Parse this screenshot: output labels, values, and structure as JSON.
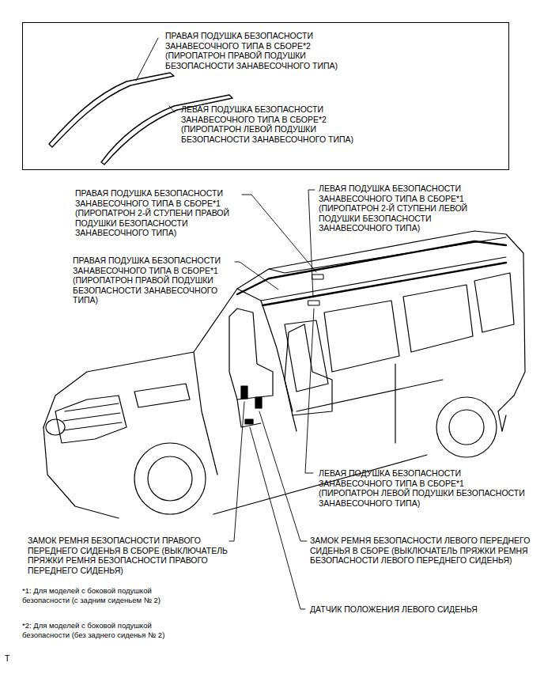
{
  "diagram": {
    "nodes": [
      {
        "text": [
          "ПРАВАЯ ПОДУШКА БЕЗОПАСНОСТИ ЗАНАВЕСОЧНОГО ТИПА В СБОРЕ*2 (ПИРОПАТРОН ПРАВОЙ ПОДУШКИ БЕЗОПАСНОСТИ ЗАНАВЕСОЧНОГО ТИПА)",
          "ЛЕВАЯ ПОДУШКА БЕЗОПАСНОСТИ ЗАНАВЕСОЧНОГО ТИПА В СБОРЕ*2 (ПИРОПАТРОН ЛЕВОЙ ПОДУШКИ БЕЗОПАСНОСТИ ЗАНАВЕСОЧНОГО ТИПА)"
        ]
      }
    ],
    "labels": [
      "ПРАВАЯ ПОДУШКА БЕЗОПАСНОСТИ ЗАНАВЕСОЧНОГО ТИПА В СБОРЕ*1 (ПИРОПАТРОН 2-Й СТУПЕНИ ПРАВОЙ ПОДУШКИ БЕЗОПАСНОСТИ ЗАНАВЕСОЧНОГО ТИПА)",
      "ЛЕВАЯ ПОДУШКА БЕЗОПАСНОСТИ ЗАНАВЕСОЧНОГО ТИПА В СБОРЕ*1 (ПИРОПАТРОН 2-Й СТУПЕНИ ЛЕВОЙ ПОДУШКИ БЕЗОПАСНОСТИ ЗАНАВЕСОЧНОГО ТИПА)",
      "ПРАВАЯ ПОДУШКА БЕЗОПАСНОСТИ ЗАНАВЕСОЧНОГО ТИПА В СБОРЕ*1 (ПИРОПАТРОН ПРАВОЙ ПОДУШКИ БЕЗОПАСНОСТИ ЗАНАВЕСОЧНОГО ТИПА)",
      "ЛЕВАЯ ПОДУШКА БЕЗОПАСНОСТИ ЗАНАВЕСОЧНОГО ТИПА В СБОРЕ*1 (ПИРОПАТРОН ЛЕВОЙ ПОДУШКИ БЕЗОПАСНОСТИ ЗАНАВЕСОЧНОГО ТИПА)",
      "ЗАМОК РЕМНЯ БЕЗОПАСНОСТИ ПРАВОГО ПЕРЕДНЕГО СИДЕНЬЯ В СБОРЕ (ВЫКЛЮЧАТЕЛЬ ПРЯЖКИ РЕМНЯ БЕЗОПАСНОСТИ ПРАВОГО ПЕРЕДНЕГО СИДЕНЬЯ)",
      "ЗАМОК РЕМНЯ БЕЗОПАСНОСТИ ЛЕВОГО ПЕРЕДНЕГО СИДЕНЬЯ В СБОРЕ (ВЫКЛЮЧАТЕЛЬ ПРЯЖКИ РЕМНЯ БЕЗОПАСНОСТИ ЛЕВОГО ПЕРЕДНЕГО СИДЕНЬЯ)",
      "*1: Для моделей с боковой подушкой безопасности (с задним сиденьем № 2)",
      "ДАТЧИК ПОЛОЖЕНИЯ ЛЕВОГО СИДЕНЬЯ",
      "*2: Для моделей с боковой подушкой безопасности (без заднего сиденья № 2)",
      "T"
    ]
  }
}
